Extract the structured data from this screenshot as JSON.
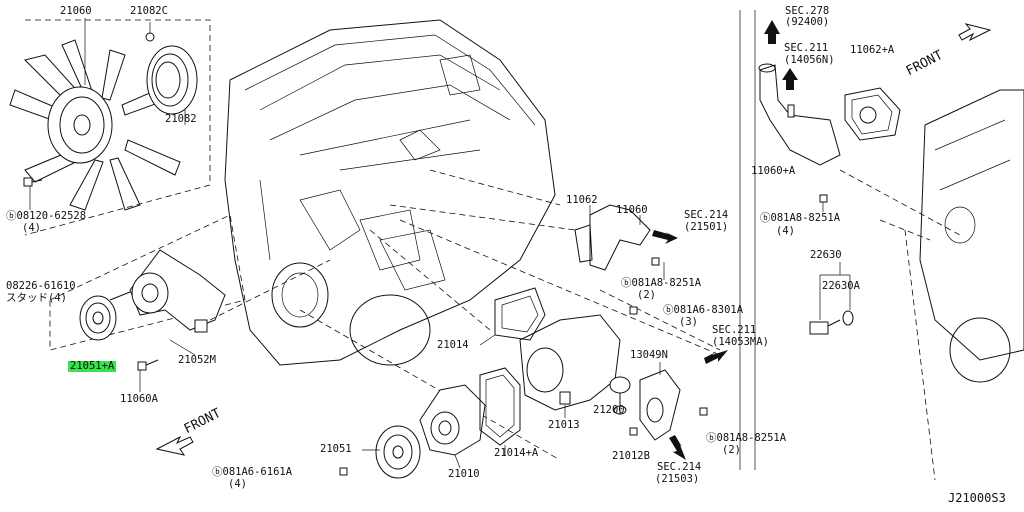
{
  "diagram_id": "J21000S3",
  "front_left": "FRONT",
  "front_right": "FRONT",
  "highlight_color": "#37e34a",
  "labels": {
    "p21060": "21060",
    "p21082C": "21082C",
    "p21082": "21082",
    "b08120": "ⓑ08120-62528",
    "b08120_qty": "(4)",
    "p08226": "08226-61610",
    "p08226_sub": "スタッド(4)",
    "p21051A": "21051+A",
    "p11060A": "11060A",
    "p21052M": "21052M",
    "p21014": "21014",
    "p21051": "21051",
    "b081A6_6161": "ⓑ081A6-6161A",
    "b081A6_6161_qty": "(4)",
    "p21010": "21010",
    "p21014A": "21014+A",
    "p21013": "21013",
    "p21012B": "21012B",
    "sec214_bottom": "SEC.214",
    "sec214_bottom_code": "(21503)",
    "p21200": "21200",
    "p13049N": "13049N",
    "b081A8_bottom": "ⓑ081A8-8251A",
    "b081A8_bottom_qty": "(2)",
    "sec211_mid": "SEC.211",
    "sec211_mid_code": "(14053MA)",
    "b081A6_8301": "ⓑ081A6-8301A",
    "b081A6_8301_qty": "(3)",
    "b081A8_mid": "ⓑ081A8-8251A",
    "b081A8_mid_qty": "(2)",
    "p11062": "11062",
    "p11060": "11060",
    "sec214_top": "SEC.214",
    "sec214_top_code": "(21501)",
    "sec278": "SEC.278",
    "sec278_code": "(92400)",
    "sec211_top": "SEC.211",
    "sec211_top_code": "(14056N)",
    "p11062A": "11062+A",
    "p11060plusA": "11060+A",
    "b081A8_right": "ⓑ081A8-8251A",
    "b081A8_right_qty": "(4)",
    "p22630": "22630",
    "p22630A": "22630A"
  }
}
